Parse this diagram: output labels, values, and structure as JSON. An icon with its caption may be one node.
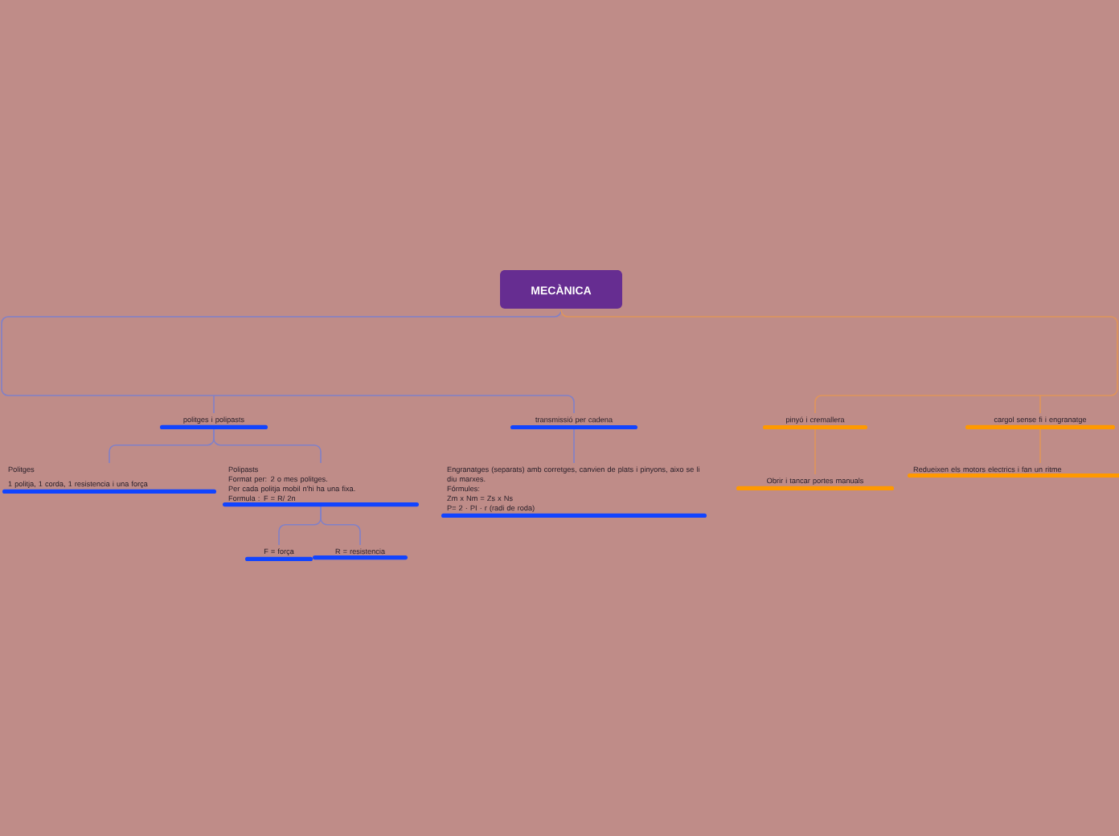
{
  "diagram": {
    "nodes": [
      {
        "text": [
          "MECÀNICA"
        ]
      },
      {
        "text": [
          "politges i polipasts"
        ]
      },
      {
        "text": [
          "transmissió per cadena"
        ]
      },
      {
        "text": [
          "pinyó i cremallera"
        ]
      },
      {
        "text": [
          "cargol sense fi i engranatge"
        ]
      },
      {
        "text": [
          "Politges",
          "1 politja, 1 corda, 1 resistencia i una força"
        ]
      },
      {
        "text": [
          "Polipasts",
          "Format per: 2 o mes politges.",
          "Per cada politja mobil n'hi ha una fixa.",
          "Formula : F = R/ 2n"
        ]
      },
      {
        "text": [
          "F = força"
        ]
      },
      {
        "text": [
          "R = resistencia"
        ]
      },
      {
        "text": [
          "Engranatges (separats) amb corretges, canvien de plats i pinyons, aixo se li diu marxes.",
          "Fórmules:",
          "Zm x Nm = Zs x Ns",
          "P= 2 · PI · r (radi de roda)"
        ]
      },
      {
        "text": [
          "Obrir i tancar portes manuals"
        ]
      },
      {
        "text": [
          "Redueixen els motors electrics i fan un ritme"
        ]
      }
    ],
    "edges": [
      {
        "from": 0,
        "to": 1,
        "arrow": "none"
      },
      {
        "from": 0,
        "to": 2,
        "arrow": "none"
      },
      {
        "from": 0,
        "to": 3,
        "arrow": "none",
        "color": "#e0955a"
      },
      {
        "from": 0,
        "to": 4,
        "arrow": "none",
        "color": "#e0955a"
      },
      {
        "from": 1,
        "to": 5,
        "arrow": "none"
      },
      {
        "from": 1,
        "to": 6,
        "arrow": "none"
      },
      {
        "from": 6,
        "to": 7,
        "arrow": "none"
      },
      {
        "from": 6,
        "to": 8,
        "arrow": "none"
      },
      {
        "from": 2,
        "to": 9,
        "arrow": "none"
      },
      {
        "from": 3,
        "to": 10,
        "arrow": "none",
        "color": "#e0955a"
      },
      {
        "from": 4,
        "to": 11,
        "arrow": "none",
        "color": "#e0955a"
      }
    ]
  }
}
